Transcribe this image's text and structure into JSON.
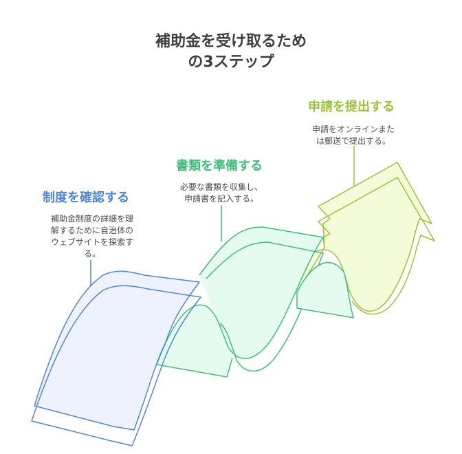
{
  "title": {
    "line1": "補助金を受け取るため",
    "line2": "の3ステップ"
  },
  "steps": [
    {
      "heading": "制度を確認する",
      "description_lines": [
        "補助金制度の詳細を理",
        "解するために自治体の",
        "ウェブサイトを探索す",
        "る。"
      ],
      "color": "#4d86de",
      "fill": "#edf2fd"
    },
    {
      "heading": "書類を準備する",
      "description_lines": [
        "必要な書類を収集し、",
        "申請書を記入する。"
      ],
      "color": "#3cc079",
      "fill": "#e6fbef"
    },
    {
      "heading": "申請を提出する",
      "description_lines": [
        "申請をオンラインまた",
        "は郵送で提出する。"
      ],
      "color": "#9dc23a",
      "fill": "#f3fbd9"
    }
  ]
}
